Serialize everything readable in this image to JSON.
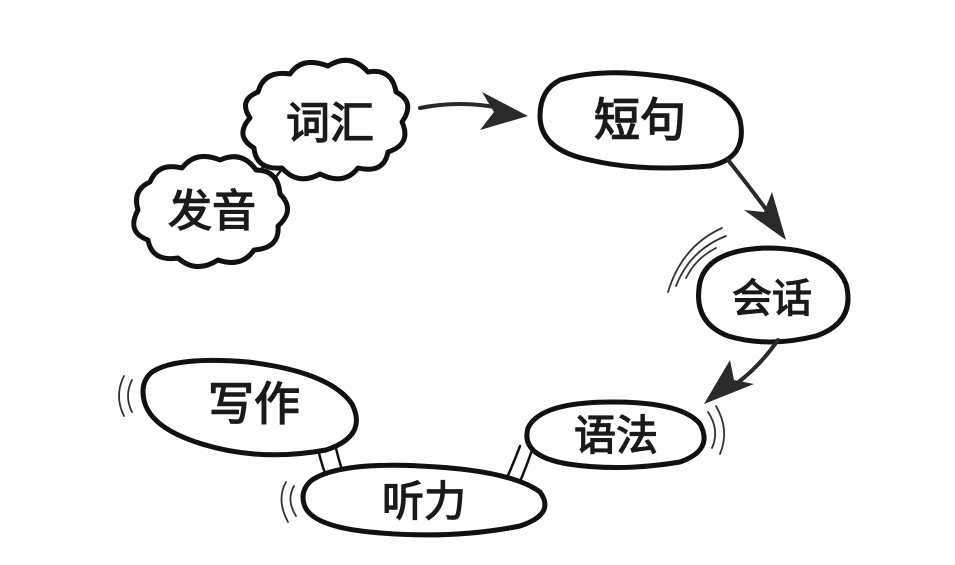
{
  "nodes": {
    "pronunciation": "发音",
    "vocabulary": "词汇",
    "short_sentences": "短句",
    "conversation": "会话",
    "grammar": "语法",
    "listening": "听力",
    "writing": "写作"
  }
}
